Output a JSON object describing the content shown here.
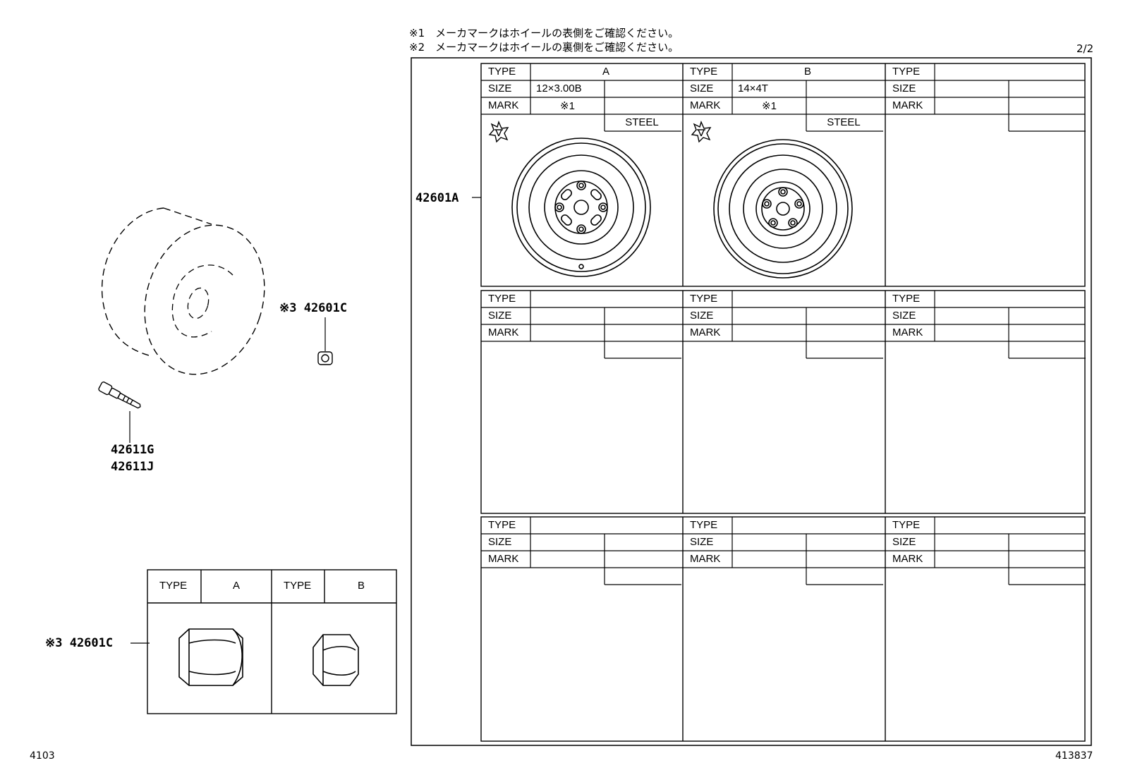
{
  "notes": [
    "※1　メーカマークはホイールの表側をご確認ください。",
    "※2　メーカマークはホイールの裏側をご確認ください。"
  ],
  "page_number": "2/2",
  "part_numbers": {
    "wheel": "42601A",
    "nut_callout": "※3 42601C",
    "nut_table": "※3 42601C",
    "valve_1": "42611G",
    "valve_2": "42611J"
  },
  "grid_labels": {
    "type": "TYPE",
    "size": "SIZE",
    "mark": "MARK"
  },
  "wheel_cells": [
    {
      "type": "A",
      "size": "12×3.00B",
      "mark": "※1",
      "material": "STEEL"
    },
    {
      "type": "B",
      "size": "14×4T",
      "mark": "※1",
      "material": "STEEL"
    },
    {
      "type": "",
      "size": "",
      "mark": "",
      "material": ""
    },
    {
      "type": "",
      "size": "",
      "mark": "",
      "material": ""
    },
    {
      "type": "",
      "size": "",
      "mark": "",
      "material": ""
    },
    {
      "type": "",
      "size": "",
      "mark": "",
      "material": ""
    },
    {
      "type": "",
      "size": "",
      "mark": "",
      "material": ""
    },
    {
      "type": "",
      "size": "",
      "mark": "",
      "material": ""
    },
    {
      "type": "",
      "size": "",
      "mark": "",
      "material": ""
    }
  ],
  "nut_table": {
    "type_label": "TYPE",
    "type_a": "A",
    "type_b": "B"
  },
  "footer": {
    "left": "4103",
    "right": "413837"
  }
}
